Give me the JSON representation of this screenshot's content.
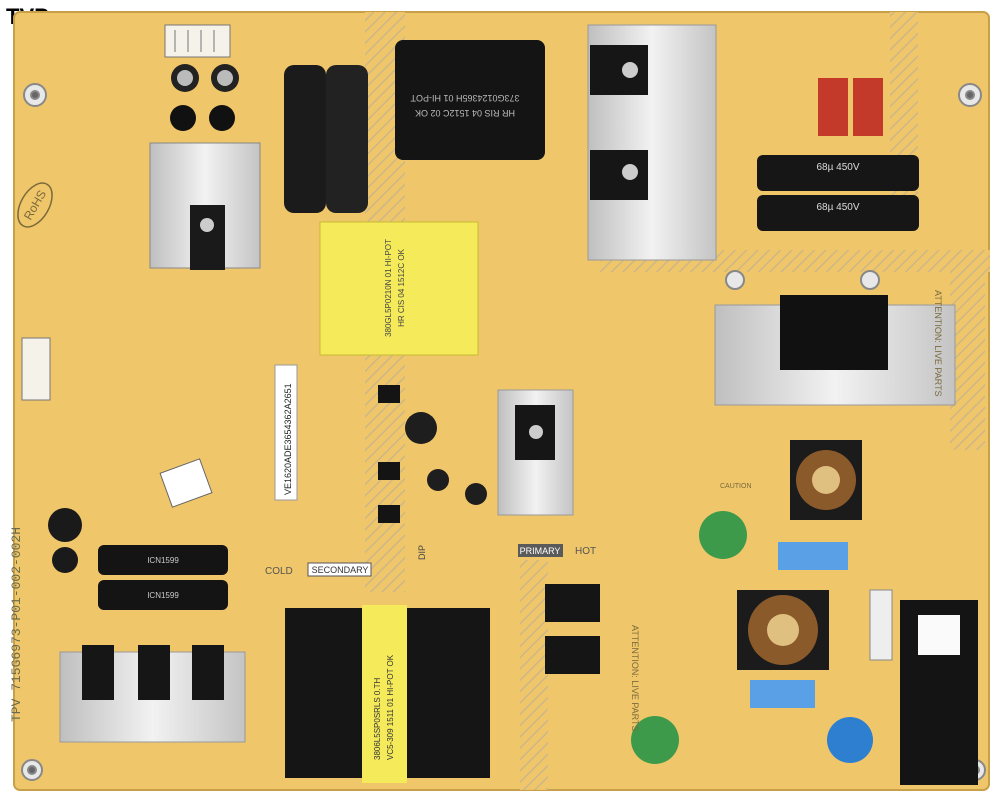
{
  "brand": "TVP",
  "board": {
    "part_number": "TPV 715G6973-P01-002-002H",
    "rohs": "RoHS",
    "cold_label": "COLD",
    "secondary_label": "SECONDARY",
    "primary_label": "PRIMARY",
    "hot_label": "HOT",
    "attention_1": "ATTENTION: LIVE PARTS",
    "attention_2": "ATTENTION: LIVE PARTS",
    "caution": "CAUTION",
    "dip": "DIP",
    "sticker": "VE1620ADE3654362A2651",
    "transformer_main_text_1": "373G0124365H 01 HI-POT",
    "transformer_main_text_2": "HR RIS 04 1512C 02 OK",
    "transformer_yellow_text_1": "380GL5P0210N 01 HI-POT",
    "transformer_yellow_text_2": "HR CIS 04 1512C OK",
    "transformer_bottom_text_1": "3806L5SP0SRLS 0.TH",
    "transformer_bottom_text_2": "VC5-309 1511 01 HI-POT OK",
    "capacitor_label": "68µ 450V",
    "cap_small_label": "ICN1599"
  },
  "colors": {
    "board": "#f0c66a",
    "board_dark": "#e2b050",
    "heatsink": "#d6d6d6",
    "transformer_black": "#141414",
    "tape_yellow": "#f4ea5a",
    "capacitor_blue": "#2e7fcf",
    "capacitor_red": "#c43a2a",
    "varistor_green": "#3c9a4a"
  }
}
